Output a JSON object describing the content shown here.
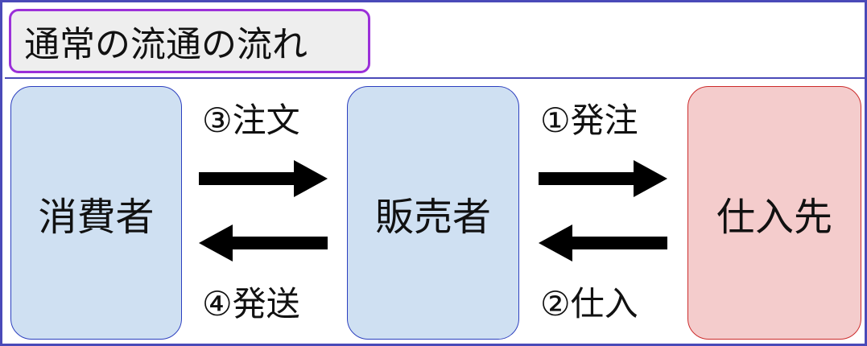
{
  "title": "通常の流通の流れ",
  "nodes": {
    "consumer": "消費者",
    "seller": "販売者",
    "supplier": "仕入先"
  },
  "steps": {
    "order": "③注文",
    "ship": "④発送",
    "purchase_order": "①発注",
    "stocking": "②仕入"
  },
  "colors": {
    "frame_border": "#4a4ab8",
    "title_border": "#9b30d9",
    "title_fill": "#eeeeee",
    "party_fill": "#cfe0f2",
    "party_border": "#2c3fbf",
    "supplier_fill": "#f4cccc",
    "supplier_border": "#cc2b2b",
    "arrow": "#000000"
  },
  "icons": {
    "right_arrow": "arrow-right-icon",
    "left_arrow": "arrow-left-icon"
  }
}
